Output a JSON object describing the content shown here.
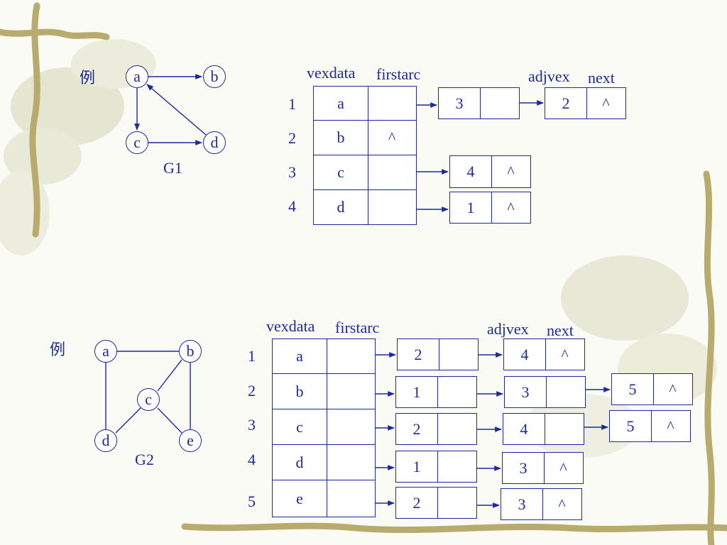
{
  "g1": {
    "example_label": "例",
    "graph_name": "G1",
    "nodes": [
      "a",
      "b",
      "c",
      "d"
    ],
    "headers": {
      "vexdata": "vexdata",
      "firstarc": "firstarc",
      "adjvex": "adjvex",
      "next": "next"
    },
    "row_numbers": [
      "1",
      "2",
      "3",
      "4"
    ],
    "vertex_table": [
      {
        "vexdata": "a",
        "firstarc": ""
      },
      {
        "vexdata": "b",
        "firstarc": "^"
      },
      {
        "vexdata": "c",
        "firstarc": ""
      },
      {
        "vexdata": "d",
        "firstarc": ""
      }
    ],
    "arc_lists": [
      [
        {
          "adjvex": "3",
          "next": ""
        },
        {
          "adjvex": "2",
          "next": "^"
        }
      ],
      [],
      [
        {
          "adjvex": "4",
          "next": "^"
        }
      ],
      [
        {
          "adjvex": "1",
          "next": "^"
        }
      ]
    ]
  },
  "g2": {
    "example_label": "例",
    "graph_name": "G2",
    "nodes": [
      "a",
      "b",
      "c",
      "d",
      "e"
    ],
    "headers": {
      "vexdata": "vexdata",
      "firstarc": "firstarc",
      "adjvex": "adjvex",
      "next": "next"
    },
    "row_numbers": [
      "1",
      "2",
      "3",
      "4",
      "5"
    ],
    "vertex_table": [
      {
        "vexdata": "a",
        "firstarc": ""
      },
      {
        "vexdata": "b",
        "firstarc": ""
      },
      {
        "vexdata": "c",
        "firstarc": ""
      },
      {
        "vexdata": "d",
        "firstarc": ""
      },
      {
        "vexdata": "e",
        "firstarc": ""
      }
    ],
    "arc_lists": [
      [
        {
          "adjvex": "2",
          "next": ""
        },
        {
          "adjvex": "4",
          "next": "^"
        }
      ],
      [
        {
          "adjvex": "1",
          "next": ""
        },
        {
          "adjvex": "3",
          "next": ""
        },
        {
          "adjvex": "5",
          "next": "^"
        }
      ],
      [
        {
          "adjvex": "2",
          "next": ""
        },
        {
          "adjvex": "4",
          "next": ""
        },
        {
          "adjvex": "5",
          "next": "^"
        }
      ],
      [
        {
          "adjvex": "1",
          "next": ""
        },
        {
          "adjvex": "3",
          "next": "^"
        }
      ],
      [
        {
          "adjvex": "2",
          "next": ""
        },
        {
          "adjvex": "3",
          "next": "^"
        }
      ]
    ]
  },
  "colors": {
    "ink": "#1d2a9e",
    "vine": "#b9ab6e",
    "blossom": "#cfd2ad"
  }
}
